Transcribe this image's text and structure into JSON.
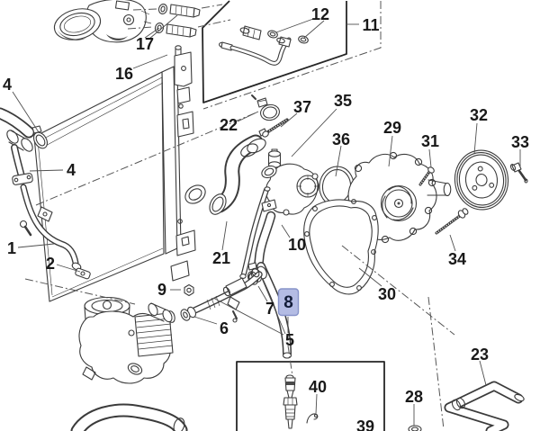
{
  "figure": {
    "background": "#ffffff",
    "line_color": "#3b3b3b"
  },
  "highlight": {
    "number": "8",
    "fill": "#b4bce4",
    "border": "#8793c9",
    "text_color": "#121c38"
  },
  "callouts": [
    "4",
    "17",
    "16",
    "12",
    "11",
    "22",
    "37",
    "35",
    "36",
    "29",
    "31",
    "32",
    "33",
    "4",
    "1",
    "2",
    "21",
    "10",
    "9",
    "7",
    "6",
    "5",
    "30",
    "34",
    "40",
    "39",
    "28",
    "23"
  ]
}
